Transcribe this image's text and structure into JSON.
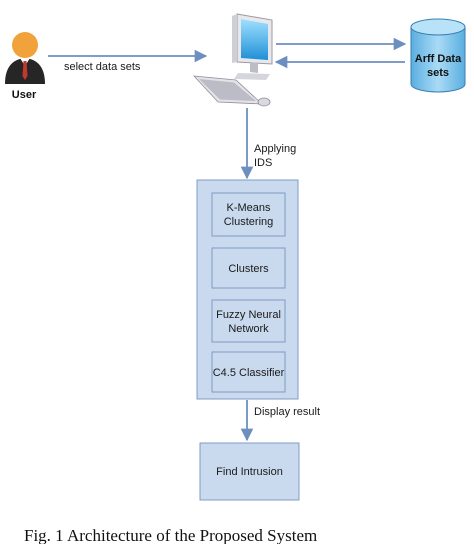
{
  "actor": {
    "label": "User"
  },
  "database": {
    "label_lines": [
      "Arff Data",
      "sets"
    ]
  },
  "edges": {
    "user_to_computer": "select data sets",
    "computer_to_ids": [
      "Applying",
      "IDS"
    ],
    "ids_to_output": "Display result"
  },
  "ids_module": {
    "steps": [
      {
        "lines": [
          "K-Means",
          "Clustering"
        ]
      },
      {
        "lines": [
          "Clusters"
        ]
      },
      {
        "lines": [
          "Fuzzy Neural",
          "Network"
        ]
      },
      {
        "lines": [
          "C4.5 Classifier"
        ]
      }
    ]
  },
  "output": {
    "label": "Find Intrusion"
  },
  "caption": "Fig. 1 Architecture of the Proposed System",
  "colors": {
    "box_fill": "#c9d9ee",
    "box_stroke": "#7f9cc4",
    "arrow": "#6d8fc0",
    "db_fill": "#7fc3ea",
    "user_head": "#f2a23a",
    "user_body": "#262626",
    "user_tie": "#c0392b"
  }
}
